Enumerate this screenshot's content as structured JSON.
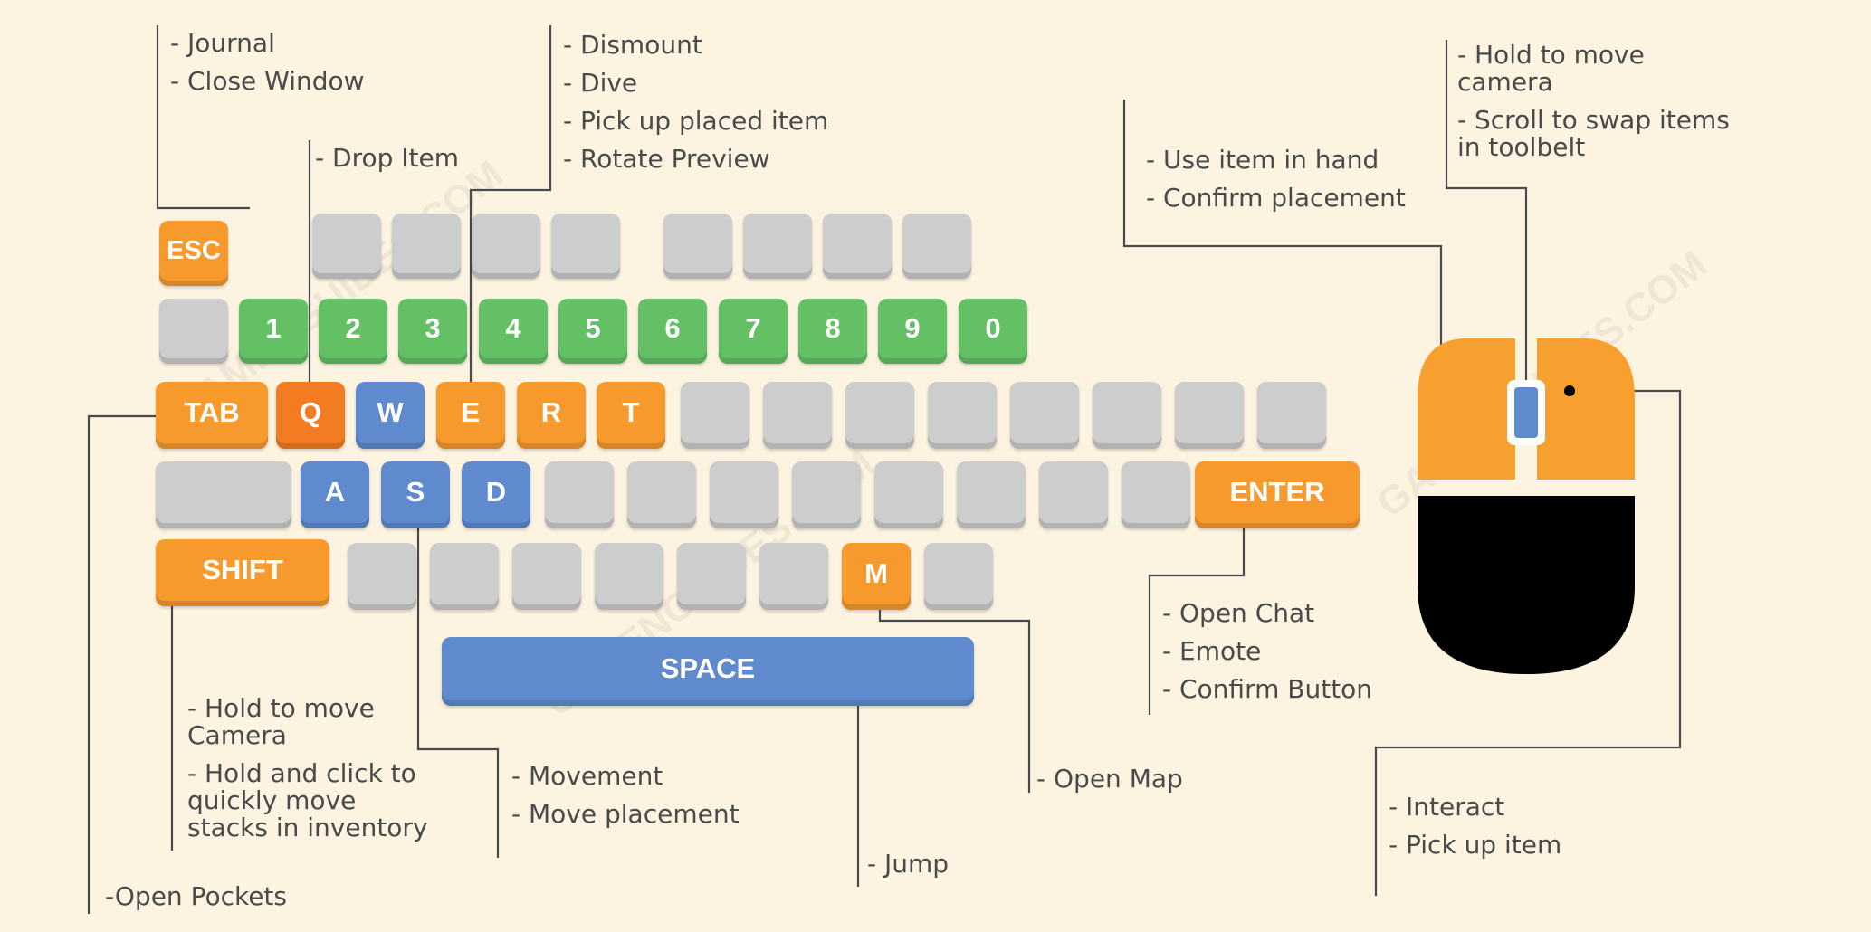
{
  "keys": {
    "esc": "ESC",
    "numbers": [
      "1",
      "2",
      "3",
      "4",
      "5",
      "6",
      "7",
      "8",
      "9",
      "0"
    ],
    "tab": "TAB",
    "q": "Q",
    "w": "W",
    "e": "E",
    "r": "R",
    "t": "T",
    "a": "A",
    "s": "S",
    "d": "D",
    "enter": "ENTER",
    "shift": "SHIFT",
    "m": "M",
    "space": "SPACE"
  },
  "labels": {
    "esc": [
      "- Journal",
      "- Close Window"
    ],
    "q": [
      "- Drop Item"
    ],
    "e": [
      "- Dismount",
      "- Dive",
      "- Pick up placed item",
      "- Rotate Preview"
    ],
    "tab": "-Open Pockets",
    "shift": {
      "line1": "- Hold to move",
      "line2": "Camera",
      "line3": "- Hold and click to",
      "line4": "quickly move",
      "line5": "stacks in inventory"
    },
    "wasd": [
      "- Movement",
      "- Move placement"
    ],
    "space": "- Jump",
    "m": "- Open Map",
    "enter": [
      "- Open Chat",
      "- Emote",
      "- Confirm Button"
    ],
    "left_click": [
      "- Use item in hand",
      "- Confirm placement"
    ],
    "middle": {
      "line1": "- Hold to move",
      "line2": "camera",
      "line3": "- Scroll to swap items",
      "line4": "in toolbelt"
    },
    "right_click": [
      "- Interact",
      "- Pick up item"
    ]
  },
  "watermark": "GAMENGUIDES.COM",
  "colors": {
    "background": "#fdf3e1",
    "gray_key": "#cdcdcd",
    "green_key": "#63c065",
    "orange_key": "#f69a2d",
    "red_key": "#f37c22",
    "blue_key": "#5f8bce",
    "mouse_body": "#f79f2f",
    "mouse_base": "#000000",
    "line": "#4a4a4a",
    "text": "#4a4a4a"
  }
}
